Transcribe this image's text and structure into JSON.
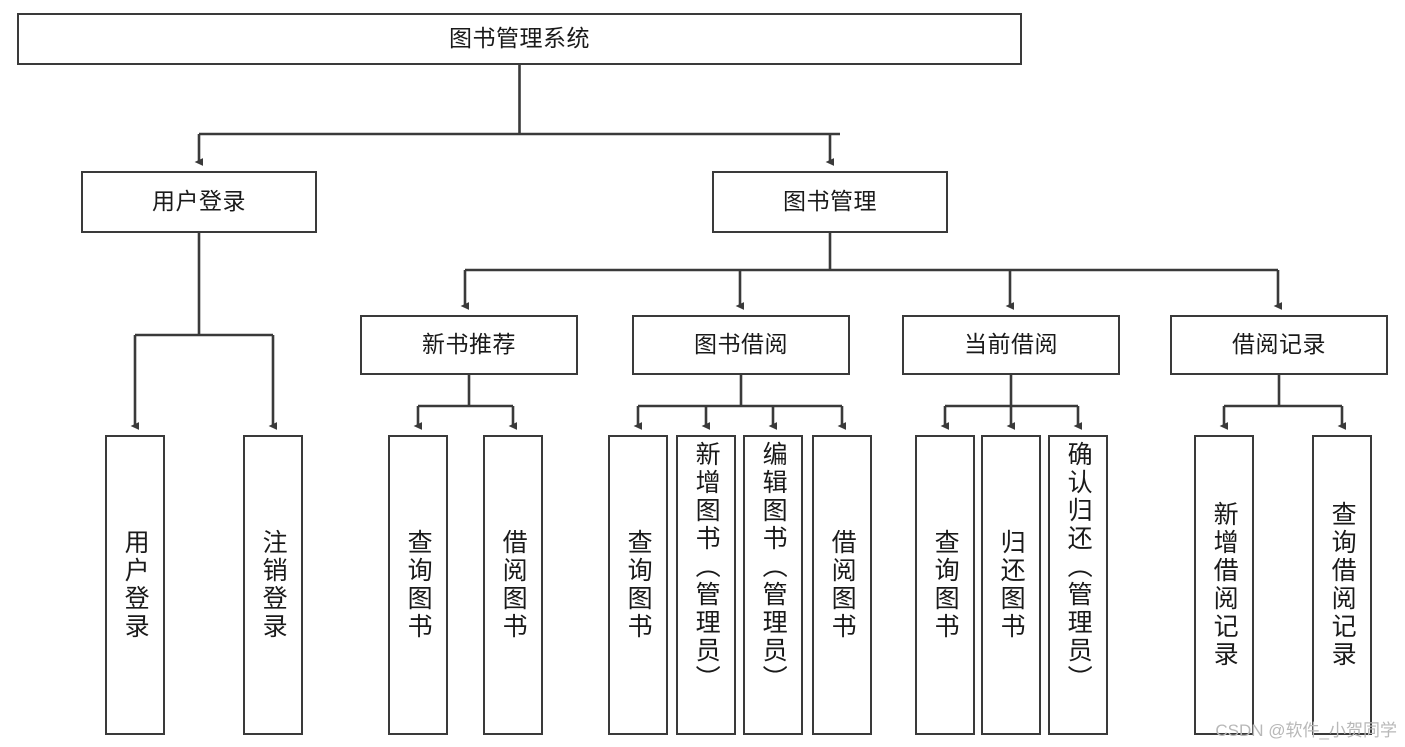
{
  "diagram": {
    "type": "tree-hierarchy-chart",
    "title": "图书管理系统",
    "stroke_color": "#3a3a3a",
    "text_color": "#1a1a1a",
    "background_color": "#ffffff",
    "watermark": "CSDN @软件_小贺同学",
    "watermark_color": "#b8b8b8"
  },
  "nodes": {
    "root": {
      "label": "图书管理系统"
    },
    "level2": [
      {
        "id": "user-login",
        "label": "用户登录"
      },
      {
        "id": "book-management",
        "label": "图书管理"
      }
    ],
    "level3": [
      {
        "id": "new-book-recommend",
        "label": "新书推荐"
      },
      {
        "id": "book-borrow",
        "label": "图书借阅"
      },
      {
        "id": "current-borrow",
        "label": "当前借阅"
      },
      {
        "id": "borrow-record",
        "label": "借阅记录"
      }
    ],
    "leaves": {
      "user_login": [
        {
          "id": "leaf-user-login",
          "label": "用户登录"
        },
        {
          "id": "leaf-user-logout",
          "label": "注销登录"
        }
      ],
      "new_book_recommend": [
        {
          "id": "leaf-query-book-1",
          "label": "查询图书"
        },
        {
          "id": "leaf-borrow-book-1",
          "label": "借阅图书"
        }
      ],
      "book_borrow": [
        {
          "id": "leaf-query-book-2",
          "label": "查询图书"
        },
        {
          "id": "leaf-add-book",
          "label": "新增图书（管理员）"
        },
        {
          "id": "leaf-edit-book",
          "label": "编辑图书（管理员）"
        },
        {
          "id": "leaf-borrow-book-2",
          "label": "借阅图书"
        }
      ],
      "current_borrow": [
        {
          "id": "leaf-query-book-3",
          "label": "查询图书"
        },
        {
          "id": "leaf-return-book",
          "label": "归还图书"
        },
        {
          "id": "leaf-confirm-return",
          "label": "确认归还（管理员）"
        }
      ],
      "borrow_record": [
        {
          "id": "leaf-add-record",
          "label": "新增借阅记录"
        },
        {
          "id": "leaf-query-record",
          "label": "查询借阅记录"
        }
      ]
    }
  }
}
